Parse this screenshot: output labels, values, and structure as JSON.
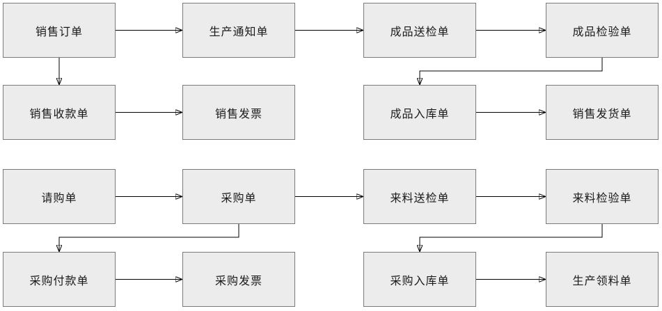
{
  "diagram": {
    "title": "erp-document-flowchart",
    "colors": {
      "box_fill": "#ececec",
      "box_border": "#7a7a7a",
      "arrow": "#000000",
      "background": "#ffffff"
    },
    "boxes": [
      {
        "id": "sales-order",
        "label": "销售订单"
      },
      {
        "id": "production-notice",
        "label": "生产通知单"
      },
      {
        "id": "finished-goods-inspection-request",
        "label": "成品送检单"
      },
      {
        "id": "finished-goods-inspection-report",
        "label": "成品检验单"
      },
      {
        "id": "sales-receipt",
        "label": "销售收款单"
      },
      {
        "id": "sales-invoice",
        "label": "销售发票"
      },
      {
        "id": "finished-goods-stock-in",
        "label": "成品入库单"
      },
      {
        "id": "sales-delivery-note",
        "label": "销售发货单"
      },
      {
        "id": "purchase-requisition",
        "label": "请购单"
      },
      {
        "id": "purchase-order",
        "label": "采购单"
      },
      {
        "id": "incoming-material-inspection-request",
        "label": "来料送检单"
      },
      {
        "id": "incoming-material-inspection-report",
        "label": "来料检验单"
      },
      {
        "id": "purchase-payment",
        "label": "采购付款单"
      },
      {
        "id": "purchase-invoice",
        "label": "采购发票"
      },
      {
        "id": "purchase-stock-in",
        "label": "采购入库单"
      },
      {
        "id": "production-material-requisition",
        "label": "生产领料单"
      }
    ],
    "flows": [
      {
        "from": "销售订单",
        "to": "生产通知单"
      },
      {
        "from": "生产通知单",
        "to": "成品送检单"
      },
      {
        "from": "成品送检单",
        "to": "成品检验单"
      },
      {
        "from": "销售订单",
        "to": "销售收款单"
      },
      {
        "from": "销售收款单",
        "to": "销售发票"
      },
      {
        "from": "成品检验单",
        "to": "成品入库单"
      },
      {
        "from": "成品入库单",
        "to": "销售发货单"
      },
      {
        "from": "请购单",
        "to": "采购单"
      },
      {
        "from": "采购单",
        "to": "来料送检单"
      },
      {
        "from": "来料送检单",
        "to": "来料检验单"
      },
      {
        "from": "采购单",
        "to": "采购付款单"
      },
      {
        "from": "采购付款单",
        "to": "采购发票"
      },
      {
        "from": "来料检验单",
        "to": "采购入库单"
      },
      {
        "from": "采购入库单",
        "to": "生产领料单"
      }
    ]
  }
}
